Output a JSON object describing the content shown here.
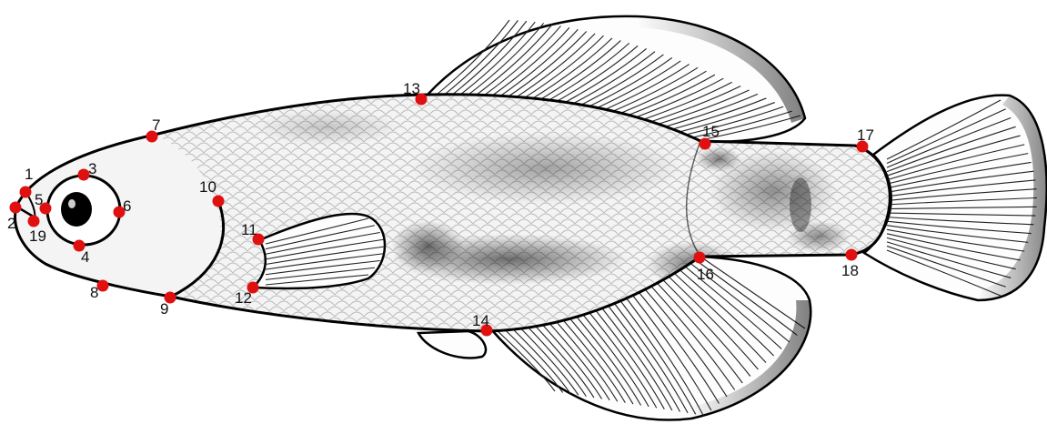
{
  "figure": {
    "background": "#ffffff",
    "marker_color": "#e01010",
    "landmarks": [
      {
        "id": "1"
      },
      {
        "id": "2"
      },
      {
        "id": "3"
      },
      {
        "id": "4"
      },
      {
        "id": "5"
      },
      {
        "id": "6"
      },
      {
        "id": "7"
      },
      {
        "id": "8"
      },
      {
        "id": "9"
      },
      {
        "id": "10"
      },
      {
        "id": "11"
      },
      {
        "id": "12"
      },
      {
        "id": "13"
      },
      {
        "id": "14"
      },
      {
        "id": "15"
      },
      {
        "id": "16"
      },
      {
        "id": "17"
      },
      {
        "id": "18"
      },
      {
        "id": "19"
      }
    ]
  }
}
